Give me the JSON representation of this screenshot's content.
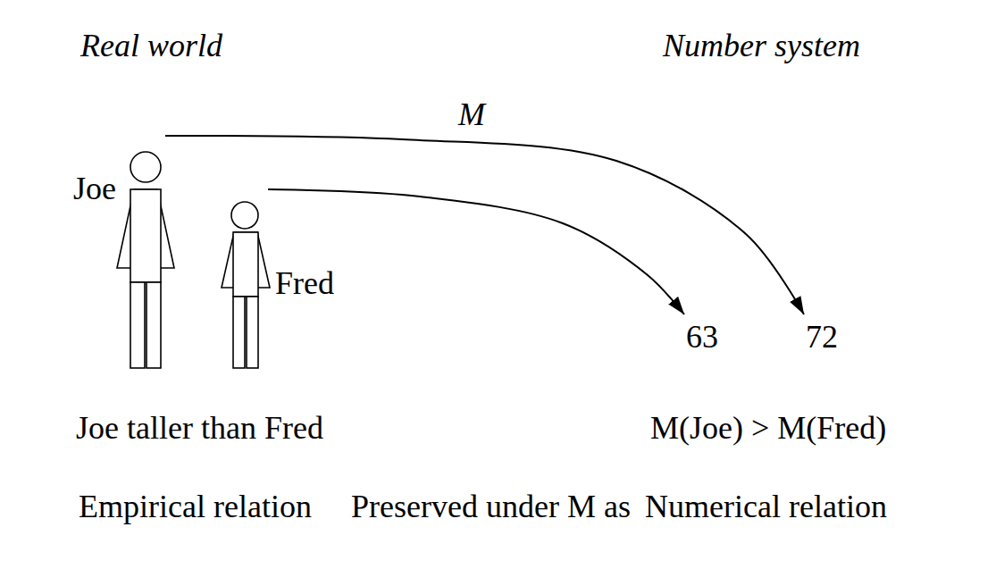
{
  "diagram": {
    "nodes": [
      {
        "text": [
          "Joe"
        ]
      },
      {
        "text": [
          "Fred"
        ]
      },
      {
        "text": [
          "63"
        ]
      },
      {
        "text": [
          "72"
        ]
      }
    ],
    "edges": [
      {
        "from": 0,
        "to": 3,
        "label": "M",
        "arrow": "to"
      },
      {
        "from": 1,
        "to": 2,
        "arrow": "to"
      }
    ],
    "labels": [
      "Real world",
      "Number system",
      "Joe taller than Fred",
      "M(Joe) > M(Fred)",
      "Empirical relation",
      "Preserved under M as",
      "Numerical relation"
    ]
  }
}
